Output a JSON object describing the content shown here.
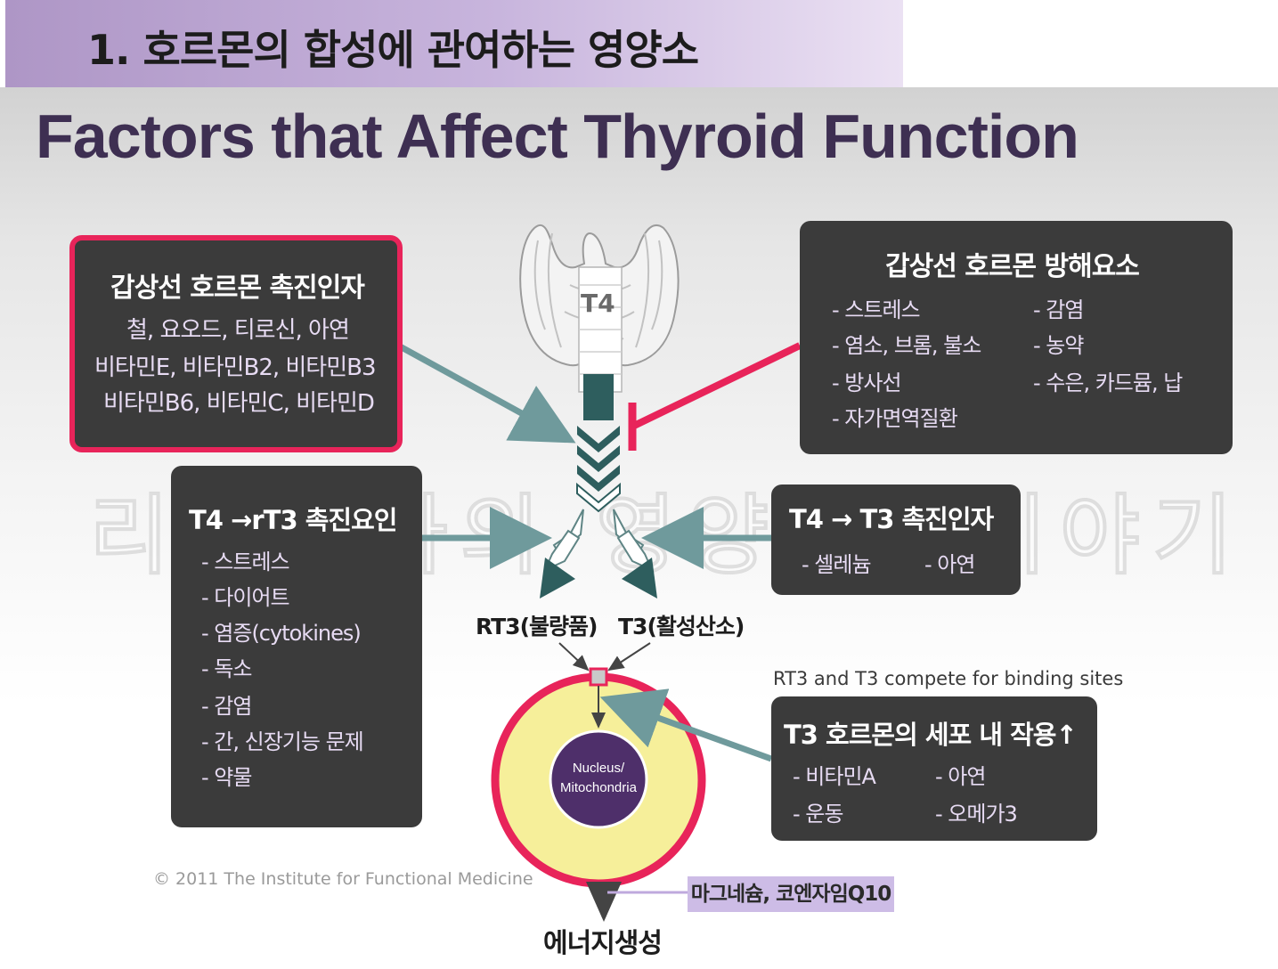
{
  "banner": {
    "title": "1. 호르몬의 합성에 관여하는 영양소"
  },
  "slide": {
    "title": "Factors that Affect Thyroid Function"
  },
  "watermark": "리틀약사의 영양치료이야기",
  "thyroid": {
    "label": "T4"
  },
  "promoters_box": {
    "title": "갑상선 호르몬 촉진인자",
    "lines": [
      "철, 요오드, 티로신, 아연",
      "비타민E, 비타민B2,  비타민B3",
      "비타민B6, 비타민C, 비타민D"
    ]
  },
  "inhibitors_box": {
    "title": "갑상선 호르몬 방해요소",
    "left_items": [
      "- 스트레스",
      "- 염소, 브롬, 불소",
      "- 방사선",
      "- 자가면역질환"
    ],
    "right_items": [
      "- 감염",
      "- 농약",
      "- 수은, 카드뮴, 납"
    ]
  },
  "rt3_box": {
    "title": "T4 →rT3 촉진요인",
    "items": [
      "- 스트레스",
      "- 다이어트",
      "- 염증(cytokines)",
      "- 독소",
      "- 감염",
      "- 간, 신장기능 문제",
      "- 약물"
    ]
  },
  "t3_promoters_box": {
    "title": "T4 → T3 촉진인자",
    "items": [
      "- 셀레늄",
      "- 아연"
    ]
  },
  "outputs": {
    "rt3": "RT3(불량품)",
    "t3": "T3(활성산소)"
  },
  "compete_note": "RT3 and T3 compete for binding sites",
  "t3_action_box": {
    "title": "T3 호르몬의 세포 내 작용↑",
    "items": [
      "- 비타민A",
      "- 아연",
      "- 운동",
      "- 오메가3"
    ]
  },
  "cell": {
    "nucleus_label_1": "Nucleus/",
    "nucleus_label_2": "Mitochondria"
  },
  "copyright": "© 2011 The Institute for Functional Medicine",
  "cofactors": "마그네슘, 코엔자임Q10",
  "energy": "에너지생성",
  "colors": {
    "box_bg": "#3b3b3b",
    "highlight_border": "#e8245a",
    "arrow_teal": "#6f9a9c",
    "chevron_dark": "#2e5e5e",
    "title_purple": "#3e2f52",
    "cell_ring": "#e8245a",
    "cell_fill": "#f6ef9a",
    "nucleus_fill": "#4e2f6a"
  }
}
